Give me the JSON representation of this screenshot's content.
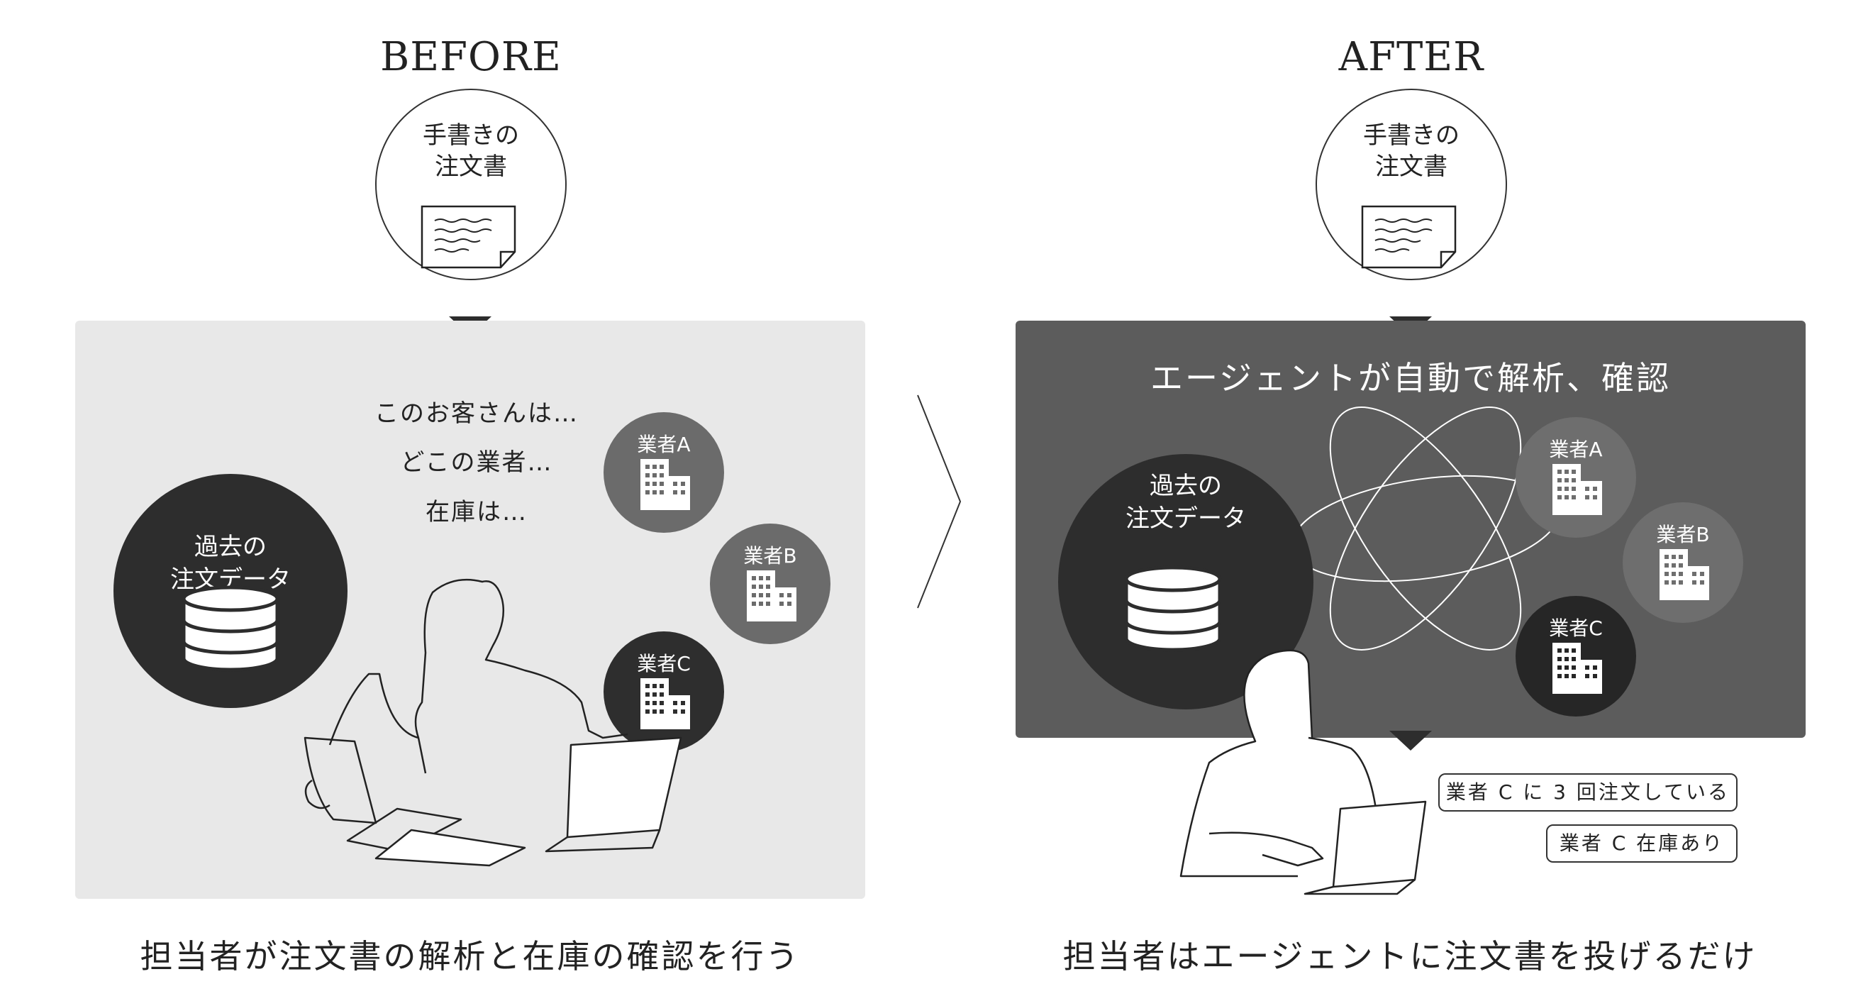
{
  "before": {
    "heading": "BEFORE",
    "document": {
      "line1": "手書きの",
      "line2": "注文書"
    },
    "database": {
      "line1": "過去の",
      "line2": "注文データ"
    },
    "thoughts": [
      "このお客さんは…",
      "どこの業者…",
      "在庫は…"
    ],
    "vendors": [
      {
        "label": "業者A",
        "color": "#6b6b6b"
      },
      {
        "label": "業者B",
        "color": "#6b6b6b"
      },
      {
        "label": "業者C",
        "color": "#2e2e2e"
      }
    ],
    "caption": "担当者が注文書の解析と在庫の確認を行う"
  },
  "after": {
    "heading": "AFTER",
    "document": {
      "line1": "手書きの",
      "line2": "注文書"
    },
    "agent_title": "エージェントが自動で解析、確認",
    "database": {
      "line1": "過去の",
      "line2": "注文データ"
    },
    "vendors": [
      {
        "label": "業者A",
        "color": "#6e6e6e"
      },
      {
        "label": "業者B",
        "color": "#6e6e6e"
      },
      {
        "label": "業者C",
        "color": "#262626"
      }
    ],
    "results": [
      "業者 C に 3 回注文している",
      "業者 C 在庫あり"
    ],
    "caption": "担当者はエージェントに注文書を投げるだけ"
  },
  "colors": {
    "before_panel": "#e8e8e8",
    "after_panel": "#5c5c5c",
    "dark": "#2d2d2d",
    "mid": "#6b6b6b"
  }
}
